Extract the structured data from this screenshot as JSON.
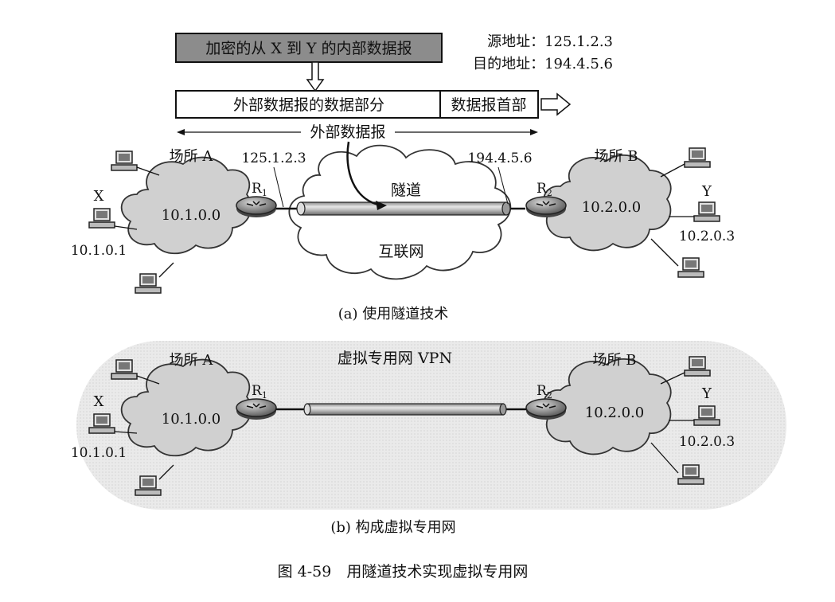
{
  "packet": {
    "inner_label": "加密的从 X 到 Y 的内部数据报",
    "src_label": "源地址：125.1.2.3",
    "dst_label": "目的地址：194.4.5.6",
    "data_part_label": "外部数据报的数据部分",
    "header_label": "数据报首部",
    "outer_label": "外部数据报"
  },
  "diagram_a": {
    "site_a": "场所 A",
    "site_b": "场所 B",
    "ip_r1": "125.1.2.3",
    "ip_r2": "194.4.5.6",
    "router1": "R",
    "router1_sub": "1",
    "router2": "R",
    "router2_sub": "2",
    "net_a": "10.1.0.0",
    "net_b": "10.2.0.0",
    "host_x": "X",
    "host_x_ip": "10.1.0.1",
    "host_y": "Y",
    "host_y_ip": "10.2.0.3",
    "tunnel": "隧道",
    "internet": "互联网",
    "caption": "(a) 使用隧道技术"
  },
  "diagram_b": {
    "site_a": "场所 A",
    "site_b": "场所 B",
    "vpn": "虚拟专用网 VPN",
    "router1": "R",
    "router1_sub": "1",
    "router2": "R",
    "router2_sub": "2",
    "net_a": "10.1.0.0",
    "net_b": "10.2.0.0",
    "host_x": "X",
    "host_x_ip": "10.1.0.1",
    "host_y": "Y",
    "host_y_ip": "10.2.0.3",
    "caption": "(b) 构成虚拟专用网"
  },
  "figure_caption": "图 4-59　用隧道技术实现虚拟专用网"
}
